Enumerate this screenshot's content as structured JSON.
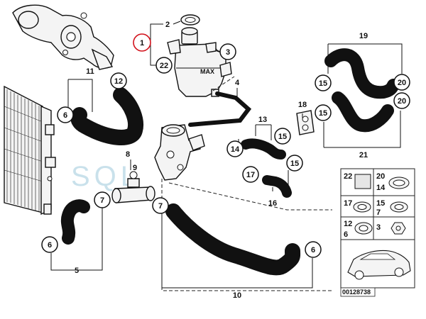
{
  "callouts": {
    "c1": "1",
    "c2": "2",
    "c3": "3",
    "c4": "4",
    "c5": "5",
    "c6a": "6",
    "c6b": "6",
    "c6c": "6",
    "c7a": "7",
    "c7b": "7",
    "c8": "8",
    "c9": "9",
    "c10": "10",
    "c11": "11",
    "c12": "12",
    "c13": "13",
    "c14": "14",
    "c15a": "15",
    "c15b": "15",
    "c15c": "15",
    "c15d": "15",
    "c16": "16",
    "c17": "17",
    "c18": "18",
    "c19": "19",
    "c20a": "20",
    "c20b": "20",
    "c21": "21",
    "c22": "22"
  },
  "legend": {
    "r1a": "22",
    "r1b": "20",
    "r1c": "14",
    "r2a": "17",
    "r2b": "15",
    "r2c": "7",
    "r3a": "12",
    "r3b": "6",
    "r3c": "3"
  },
  "diagram_id": "00128738",
  "watermark": "SQL",
  "tank_label": "MAX",
  "highlight_color": "#d2121c"
}
